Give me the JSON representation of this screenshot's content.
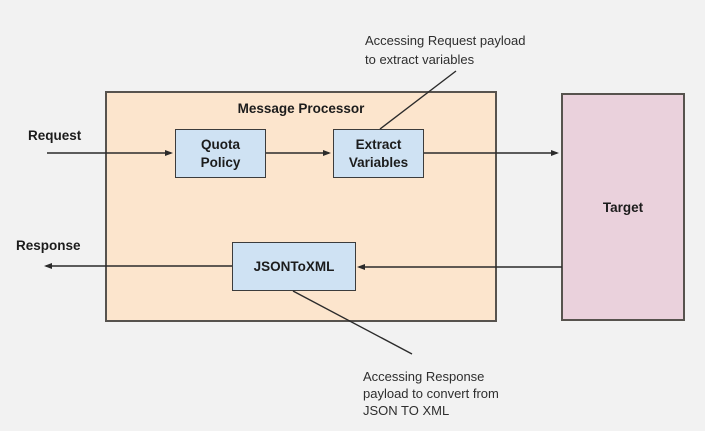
{
  "diagram": {
    "labels": {
      "request": "Request",
      "response": "Response"
    },
    "containers": {
      "message_processor_title": "Message Processor",
      "target_label": "Target"
    },
    "nodes": {
      "quota_policy": "Quota\nPolicy",
      "extract_variables": "Extract\nVariables",
      "json_to_xml": "JSONToXML"
    },
    "annotations": {
      "request_payload": "Accessing Request payload\nto extract variables",
      "response_payload": "Accessing Response\npayload to convert from\nJSON TO XML"
    },
    "colors": {
      "background": "#f2f2f2",
      "processor_fill": "#fce5cd",
      "node_fill": "#cfe2f3",
      "target_fill": "#ead1dc",
      "container_border": "#57534e",
      "node_border": "#3c3c3c",
      "line": "#2b2b2b",
      "text": "#1c1c1c",
      "annotation_text": "#2e2e2e"
    }
  }
}
